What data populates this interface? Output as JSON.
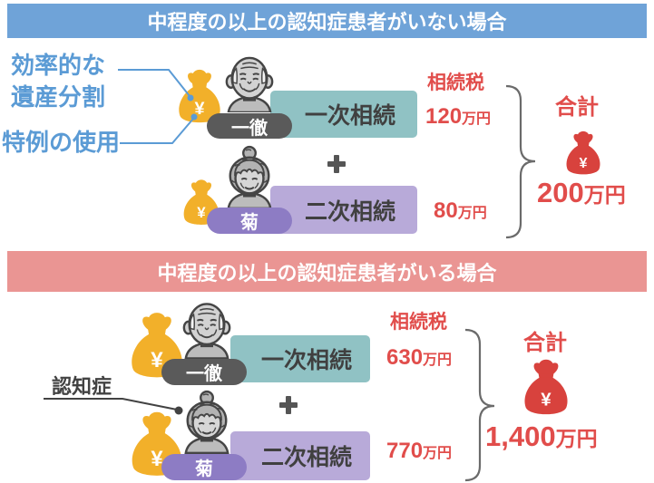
{
  "colors": {
    "banner_without": "#6fa3d8",
    "banner_with": "#ea9593",
    "callout_blue": "#5b9bd5",
    "tax_red": "#e14d4b",
    "first_inheritance_box": "#90c2c4",
    "second_inheritance_box": "#b8aad9",
    "husband_pill": "#5a5a5a",
    "wife_pill": "#8d7cc4",
    "money_bag": "#f2b02a",
    "total_bag": "#d8423d",
    "dark_text": "#424242",
    "brace": "#6b6b6b"
  },
  "icons": {
    "money_bag": "money-bag-icon",
    "elderly_man": "elderly-man-icon",
    "elderly_woman": "elderly-woman-icon",
    "plus": "plus-icon",
    "brace": "curly-brace-icon"
  },
  "currency_symbol": "¥",
  "scenario_without_dementia": {
    "banner": "中程度の以上の認知症患者がいない場合",
    "callouts": [
      "効率的な",
      "遺産分割",
      "特例の使用"
    ],
    "husband": {
      "name": "一徹",
      "stage": "一次相続"
    },
    "wife": {
      "name": "菊",
      "stage": "二次相続"
    },
    "tax_heading": "相続税",
    "first_tax": {
      "amount": "120",
      "unit": "万円"
    },
    "second_tax": {
      "amount": "80",
      "unit": "万円"
    },
    "total_heading": "合計",
    "total": {
      "amount": "200",
      "unit": "万円"
    }
  },
  "scenario_with_dementia": {
    "banner": "中程度の以上の認知症患者がいる場合",
    "callout": "認知症",
    "husband": {
      "name": "一徹",
      "stage": "一次相続"
    },
    "wife": {
      "name": "菊",
      "stage": "二次相続"
    },
    "tax_heading": "相続税",
    "first_tax": {
      "amount": "630",
      "unit": "万円"
    },
    "second_tax": {
      "amount": "770",
      "unit": "万円"
    },
    "total_heading": "合計",
    "total": {
      "amount": "1,400",
      "unit": "万円"
    }
  }
}
